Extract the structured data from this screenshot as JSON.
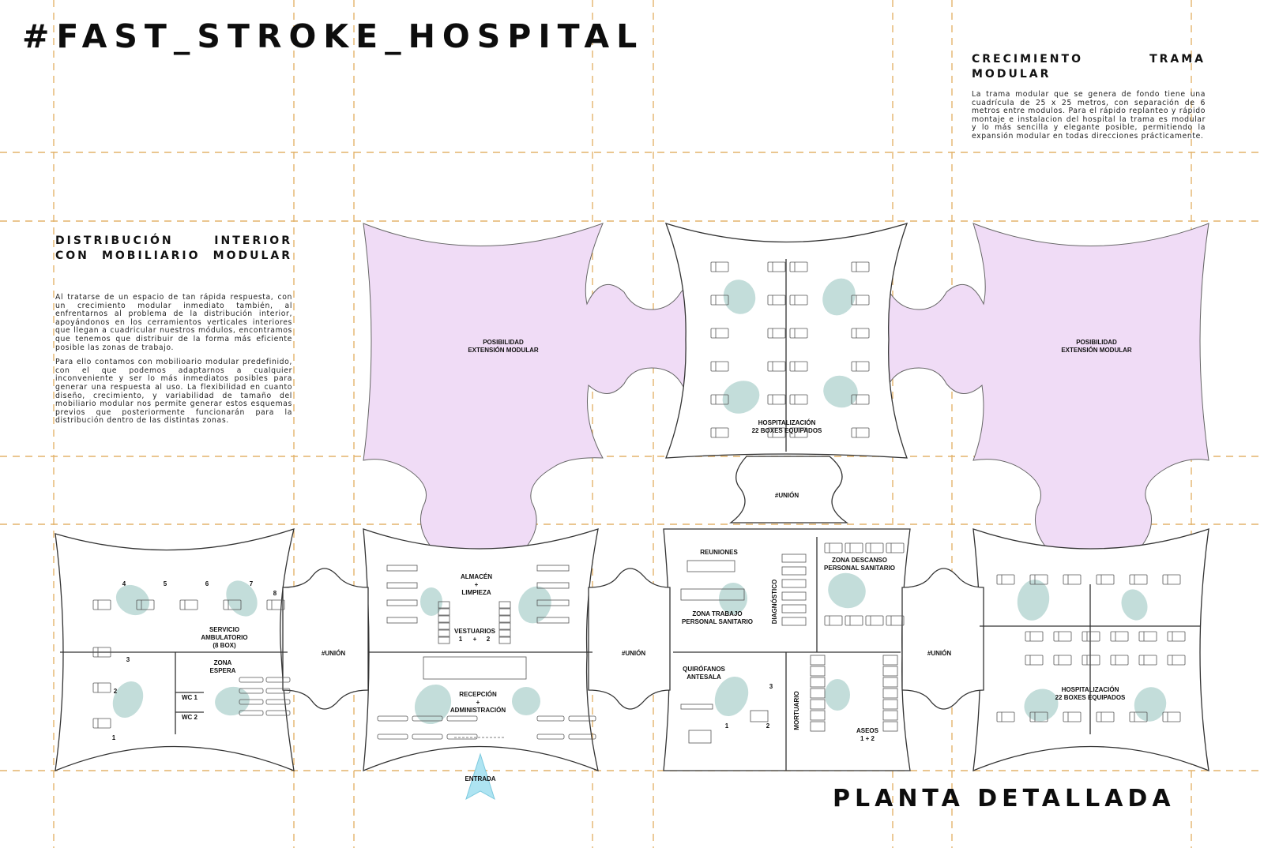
{
  "title": "#FAST_STROKE_HOSPITAL",
  "plan_title": "PLANTA DETALLADA",
  "colors": {
    "grid": "#e3b36b",
    "extension_fill": "#f0dcf6",
    "seating_zone": "#bcd9d6",
    "entrance_arrow": "#aee4f2",
    "outline": "#333333"
  },
  "distribution": {
    "heading": "DISTRIBUCIÓN INTERIOR CON MOBILIARIO MODULAR",
    "paragraph_1": "Al tratarse de un espacio de tan rápida respuesta, con un crecimiento modular inmediato también, al enfrentarnos al problema de la distribución interior, apoyándonos en los cerramientos verticales interiores que llegan a cuadricular nuestros módulos, encontramos que tenemos que distribuir de la forma más eficiente posible las zonas de trabajo.",
    "paragraph_2": "Para ello contamos con mobilioario modular predefinido, con el que podemos adaptarnos a cualquier inconveniente y ser lo más inmediatos posibles para generar una respuesta al uso. La flexibilidad en cuanto diseño, crecimiento, y variabilidad de tamaño del mobiliario modular nos permite generar estos esquemas previos que posteriormente funcionarán para la distribución dentro de las distintas zonas."
  },
  "growth": {
    "heading": "CRECIMIENTO TRAMA MODULAR",
    "paragraph": "La trama modular que se genera de fondo tiene una cuadrícula de 25 x 25 metros, con separación de 6 metros entre modulos. Para el rápido replanteo y rápido montaje e instalacion del hospital la trama es modular y lo más sencilla y elegante posible, permitiendo la expansión modular en todas direcciones prácticamente."
  },
  "labels": {
    "ext_1a": "POSIBILIDAD",
    "ext_1b": "EXTENSIÓN MODULAR",
    "ext_2a": "POSIBILIDAD",
    "ext_2b": "EXTENSIÓN MODULAR",
    "hosp_top_a": "HOSPITALIZACIÓN",
    "hosp_top_b": "22 BOXES EQUIPADOS",
    "union_top": "#UNIÓN",
    "union_1": "#UNIÓN",
    "union_2": "#UNIÓN",
    "union_3": "#UNIÓN",
    "serv_a": "SERVICIO",
    "serv_b": "AMBULATORIO",
    "serv_c": "(8 BOX)",
    "zona_a": "ZONA",
    "zona_b": "ESPERA",
    "wc1": "WC 1",
    "wc2": "WC 2",
    "n1": "1",
    "n2": "2",
    "n3": "3",
    "n4": "4",
    "n5": "5",
    "n6": "6",
    "n7": "7",
    "n8": "8",
    "almacen_a": "ALMACÉN",
    "almacen_b": "+",
    "almacen_c": "LIMPIEZA",
    "vest": "VESTUARIOS",
    "vest_1": "1",
    "vest_plus": "+",
    "vest_2": "2",
    "recep_a": "RECEPCIÓN",
    "recep_b": "+",
    "recep_c": "ADMINISTRACIÓN",
    "entrada": "ENTRADA",
    "reuniones": "REUNIONES",
    "zt_a": "ZONA TRABAJO",
    "zt_b": "PERSONAL SANITARIO",
    "diag": "DIAGNÓSTICO",
    "zd_a": "ZONA DESCANSO",
    "zd_b": "PERSONAL SANITARIO",
    "quir_a": "QUIRÓFANOS",
    "quir_b": "ANTESALA",
    "q1": "1",
    "q2": "2",
    "q3": "3",
    "mortuario": "MORTUARIO",
    "aseos": "ASEOS",
    "aseos_n": "1  +  2",
    "hosp_bot_a": "HOSPITALIZACIÓN",
    "hosp_bot_b": "22 BOXES EQUIPADOS"
  }
}
